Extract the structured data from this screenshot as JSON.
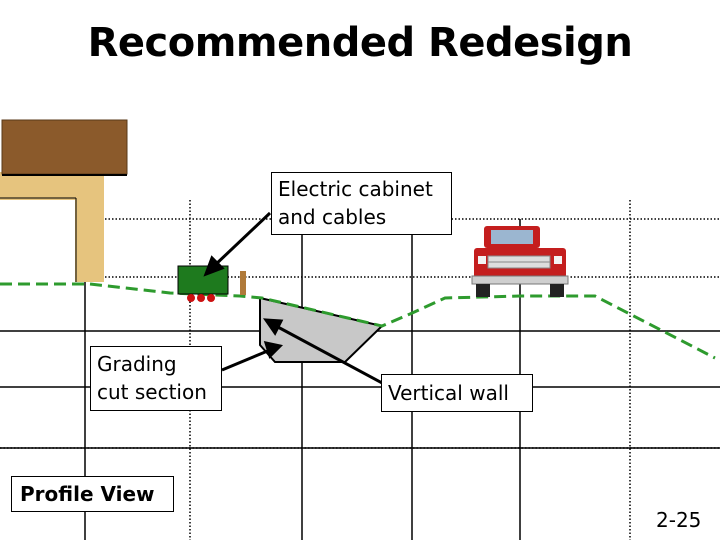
{
  "title": "Recommended Redesign",
  "callouts": {
    "electric_cabinet": "Electric cabinet\nand cables",
    "grading_cut": "Grading\ncut section",
    "vertical_wall": "Vertical wall",
    "profile_view": "Profile View"
  },
  "page_number": "2-25",
  "colors": {
    "building_roof": "#8B5A2B",
    "building_wall": "#E6C47E",
    "cabinet": "#1E7A1E",
    "cable_lights": "#CC1111",
    "post": "#B07A3A",
    "grade_line": "#2E9B2E",
    "cut_section": "#C8C8C8",
    "truck": "#C41E1E"
  },
  "icons": [
    "truck-icon",
    "cabinet-icon"
  ]
}
